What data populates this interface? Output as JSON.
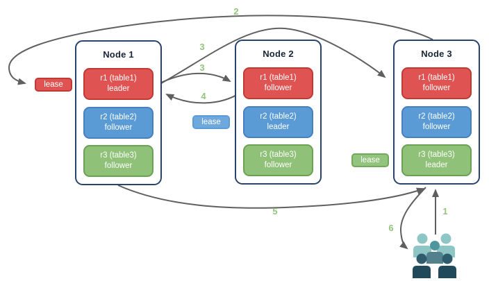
{
  "nodes": [
    {
      "title": "Node 1",
      "replicas": [
        {
          "name": "r1 (table1)",
          "role": "leader",
          "color_key": "red"
        },
        {
          "name": "r2 (table2)",
          "role": "follower",
          "color_key": "blue"
        },
        {
          "name": "r3 (table3)",
          "role": "follower",
          "color_key": "green"
        }
      ]
    },
    {
      "title": "Node 2",
      "replicas": [
        {
          "name": "r1 (table1)",
          "role": "follower",
          "color_key": "red"
        },
        {
          "name": "r2 (table2)",
          "role": "leader",
          "color_key": "blue"
        },
        {
          "name": "r3 (table3)",
          "role": "follower",
          "color_key": "green"
        }
      ]
    },
    {
      "title": "Node 3",
      "replicas": [
        {
          "name": "r1 (table1)",
          "role": "follower",
          "color_key": "red"
        },
        {
          "name": "r2 (table2)",
          "role": "follower",
          "color_key": "blue"
        },
        {
          "name": "r3 (table3)",
          "role": "leader",
          "color_key": "green"
        }
      ]
    }
  ],
  "leases": [
    {
      "label": "lease",
      "color_key": "red"
    },
    {
      "label": "lease",
      "color_key": "blue"
    },
    {
      "label": "lease",
      "color_key": "green"
    }
  ],
  "steps": [
    {
      "label": "1"
    },
    {
      "label": "2"
    },
    {
      "label": "3"
    },
    {
      "label": "3"
    },
    {
      "label": "4"
    },
    {
      "label": "5"
    },
    {
      "label": "6"
    }
  ],
  "icons": {
    "users": "users-icon"
  },
  "colors": {
    "replica_red": "#df5452",
    "replica_red_border": "#c03a33",
    "replica_blue": "#5b9bd5",
    "replica_blue_border": "#477fbf",
    "replica_green": "#8fc278",
    "replica_green_border": "#6ba152",
    "lease_blue": "#6fa8dc",
    "lease_green": "#93c47d",
    "node_border": "#28436b",
    "arrow": "#5f5f5f",
    "step_label": "#93c47d",
    "users_light": "#8dc6c5",
    "users_mid_head": "#4f969e",
    "users_mid_body": "#53808d",
    "users_dark_head": "#2e5c6d",
    "users_dark_body": "#204a5c"
  }
}
